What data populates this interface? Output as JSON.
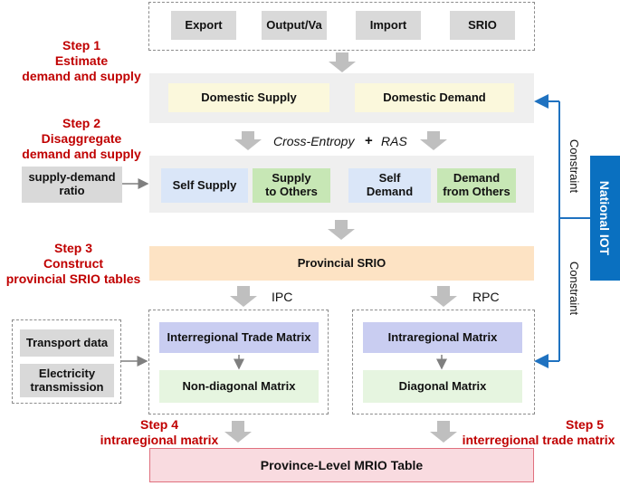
{
  "inputs": [
    "Export",
    "Output/Va",
    "Import",
    "SRIO"
  ],
  "steps": {
    "s1": [
      "Step 1",
      "Estimate",
      "demand and supply"
    ],
    "s2": [
      "Step 2",
      "Disaggregate",
      "demand and supply"
    ],
    "s3": [
      "Step 3",
      "Construct",
      "provincial SRIO tables"
    ],
    "s4": [
      "Step 4",
      "intraregional matrix"
    ],
    "s5": [
      "Step 5",
      "interregional trade matrix"
    ]
  },
  "domestic": {
    "supply": "Domestic Supply",
    "demand": "Domestic Demand"
  },
  "method": {
    "a": "Cross-Entropy",
    "plus": "+",
    "b": "RAS"
  },
  "ratio": [
    "supply-demand",
    "ratio"
  ],
  "split": {
    "self_supply": "Self Supply",
    "supply_others": [
      "Supply",
      "to Others"
    ],
    "self_demand": [
      "Self",
      "Demand"
    ],
    "demand_others": [
      "Demand",
      "from Others"
    ]
  },
  "provincial_srio": "Provincial SRIO",
  "ipc": "IPC",
  "rpc": "RPC",
  "transport": "Transport data",
  "electricity": [
    "Electricity",
    "transmission"
  ],
  "left_matrix": {
    "top": "Interregional Trade Matrix",
    "bottom": "Non-diagonal Matrix"
  },
  "right_matrix": {
    "top": "Intraregional Matrix",
    "bottom": "Diagonal Matrix"
  },
  "final": "Province-Level MRIO Table",
  "national": "National IOT",
  "constraint": [
    "Constraint",
    "Constraint"
  ],
  "colors": {
    "step_red": "#c00000",
    "yellow": "#fbf8dc",
    "blue_light": "#dae6f8",
    "green": "#c7e7b5",
    "orange": "#fde3c4",
    "lavender": "#c9cdf1",
    "mint": "#e6f5e0",
    "pink": "#f9dbe0",
    "national_blue": "#0a70c0"
  }
}
